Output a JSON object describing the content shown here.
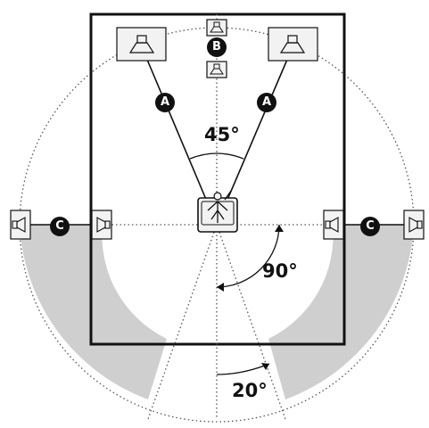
{
  "diagram": {
    "labels": {
      "front_left_path": "A",
      "front_right_path": "A",
      "center_speaker": "B",
      "left_surround_path": "C",
      "right_surround_path": "C"
    },
    "angles": {
      "front": "45°",
      "side": "90°",
      "rear": "20°"
    }
  },
  "colors": {
    "line": "#111111",
    "guide": "#555555",
    "shaded_zone": "#cfcfcf",
    "badge": "#111111",
    "speaker_fill": "#f2f2f2"
  }
}
